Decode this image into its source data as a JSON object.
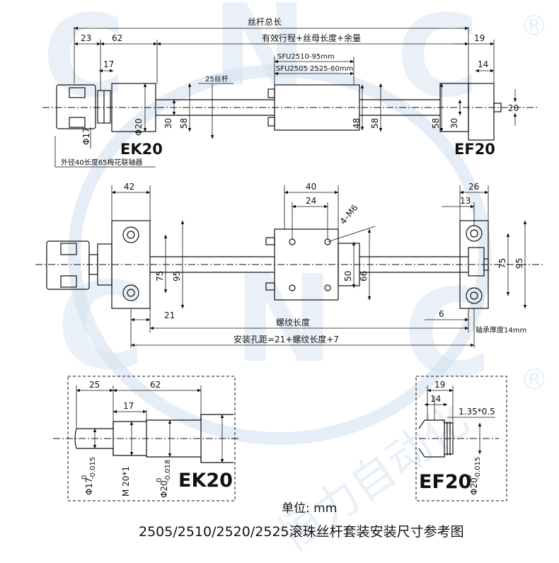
{
  "watermark": {
    "letters": [
      "C",
      "N",
      "C",
      "C",
      "N",
      "C"
    ],
    "reg_mark": "®",
    "chinese": "恒力自动化",
    "color": "#cfe0ef"
  },
  "top_view": {
    "total_length": "丝杆总长",
    "effective_length": "有效行程+丝母长度+余量",
    "sfu2510": "SFU2510-95mm",
    "sfu2505": "SFU2505 2525-60mm",
    "screw_label": "25丝杆",
    "ek_label": "EK20",
    "ef_label": "EF20",
    "coupling_note": "外径40长度65梅花联轴器",
    "dims": {
      "d23": "23",
      "d62": "62",
      "d19": "19",
      "d17": "17",
      "d14": "14",
      "d20r": "20",
      "phi17": "Φ17",
      "phi20": "Φ20",
      "d30a": "30",
      "d58a": "58",
      "d48": "48",
      "d58b": "58",
      "d58c": "58",
      "d30b": "30"
    }
  },
  "mid_view": {
    "dims": {
      "d42": "42",
      "d40": "40",
      "d24": "24",
      "m6": "4–M6",
      "d26": "26",
      "d13": "13",
      "d75a": "75",
      "d95a": "95",
      "d50": "50",
      "d66": "66",
      "d75b": "75",
      "d95b": "95",
      "d21": "21",
      "d6": "6"
    },
    "thread_length": "螺纹长度",
    "hole_distance": "安装孔距=21+螺纹长度+7",
    "bearing_thickness": "轴承厚度14mm"
  },
  "detail_ek": {
    "label": "EK20",
    "dims": {
      "d25": "25",
      "d62": "62",
      "d17": "17",
      "phi17": "Φ17",
      "tol17": "0",
      "tol17b": "-0.015",
      "m20": "M 20*1",
      "phi20": "Φ20",
      "tol20": "0",
      "tol20b": "-0.018"
    }
  },
  "detail_ef": {
    "label": "EF20",
    "dims": {
      "d19": "19",
      "d14": "14",
      "groove": "1.35*0.5",
      "phi20": "Φ20",
      "tol": "0",
      "tolb": "-0.015"
    }
  },
  "footer": {
    "unit": "单位:  mm",
    "title": "2505/2510/2520/2525滚珠丝杆套装安装尺寸参考图"
  }
}
